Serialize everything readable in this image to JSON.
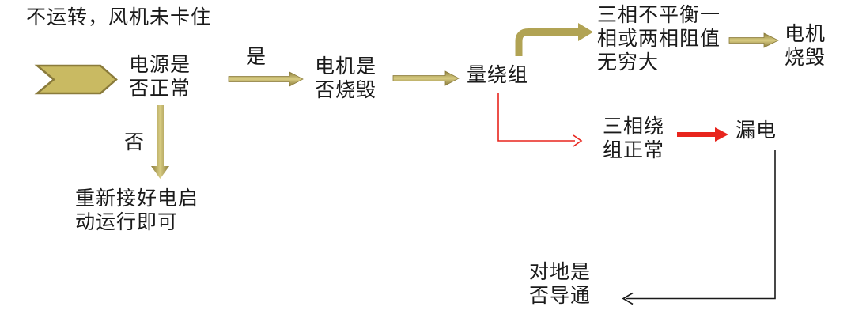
{
  "colors": {
    "bg": "#ffffff",
    "ink": "#1a1a1a",
    "gold": "#b1a354",
    "gold-fill": "#c9ba62",
    "gold-light": "#d8cc82",
    "gold-dark": "#8a7b3b",
    "red": "#e8251d"
  },
  "flowchart": {
    "title": "不运转，风机未卡住",
    "labels": {
      "yes": "是",
      "no": "否"
    },
    "nodes": {
      "power_check": "电源是\n否正常",
      "motor_burn_check": "电机是\n否烧毁",
      "measure_winding": "量绕组",
      "three_phase_unbalanced": "三相不平衡一\n相或两相阻值\n无穷大",
      "motor_burned": "电机\n烧毁",
      "three_phase_normal": "三相绕\n组正常",
      "leakage": "漏电",
      "ground_check": "对地是\n否导通",
      "reconnect_power": "重新接好电启\n动运行即可"
    }
  }
}
